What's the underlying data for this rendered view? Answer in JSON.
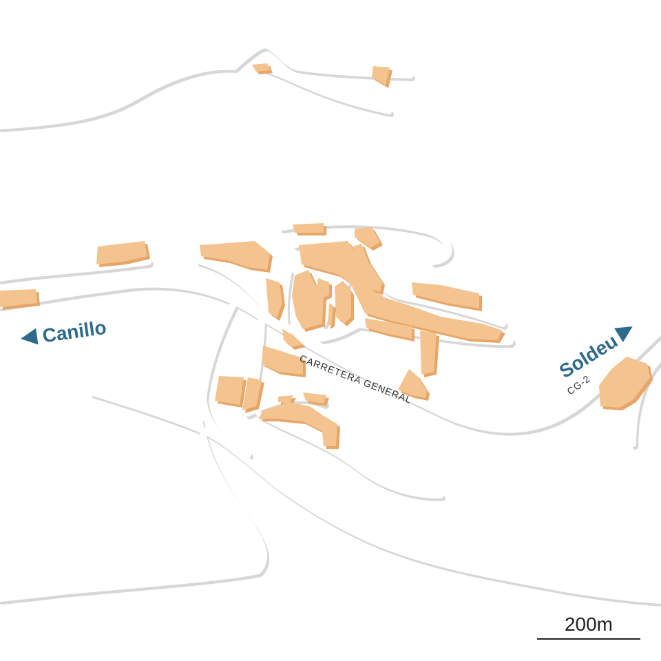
{
  "map": {
    "labels": {
      "canillo": "Canillo",
      "soldeu": "Soldeu",
      "road_name": "CARRETERA GENERAL",
      "road_code": "CG-2"
    },
    "scale": {
      "label": "200m"
    },
    "colors": {
      "background": "#ffffff",
      "road": "#ffffff",
      "road_shadow": "#d7d7d7",
      "building": "#f3c48f",
      "building_shadow": "#e7a567",
      "direction_label": "#2e6a8a",
      "road_label": "#333333"
    },
    "icons": [
      "arrow-left-icon",
      "arrow-right-icon"
    ]
  }
}
